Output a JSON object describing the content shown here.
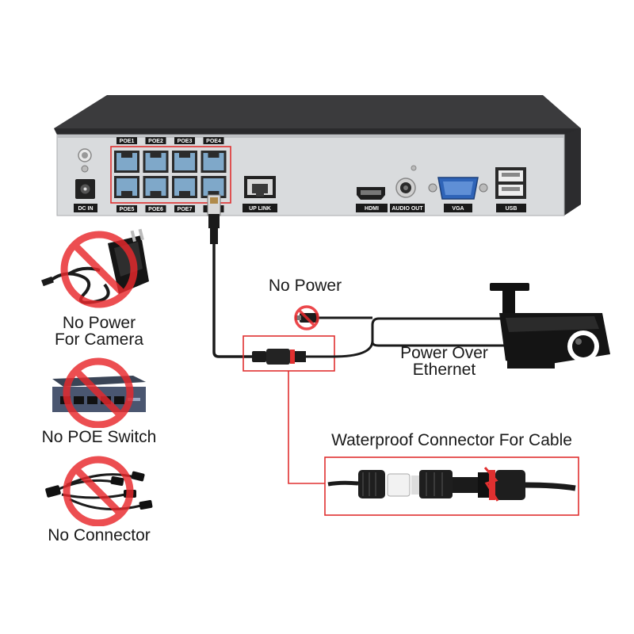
{
  "nvr": {
    "poe_top_labels": [
      "POE1",
      "POE2",
      "POE3",
      "POE4"
    ],
    "poe_bottom_labels": [
      "POE5",
      "POE6",
      "POE7",
      "8"
    ],
    "dc_in_label": "DC IN",
    "uplink_label": "UP LINK",
    "hdmi_logo": "HDMI",
    "audio_out_label": "AUDIO OUT",
    "vga_label": "VGA",
    "usb_label": "USB"
  },
  "captions": {
    "no_power_camera": [
      "No Power",
      "For Camera"
    ],
    "no_poe_switch": "No POE Switch",
    "no_connector": "No Connector",
    "no_power": "No Power",
    "power_over_ethernet": [
      "Power Over",
      "Ethernet"
    ],
    "waterproof": "Waterproof Connector For Cable"
  },
  "colors": {
    "highlight_red": "#e03030",
    "prohibit_red": "#e8282c",
    "nvr_body": "#d8dadc",
    "nvr_top": "#3a3a3c",
    "port_blue": "#7fa8c9",
    "cable": "#1b1b1b"
  },
  "icons": [
    "prohibition-icon",
    "power-adapter-icon",
    "poe-switch-icon",
    "splitter-cable-icon",
    "bullet-camera-icon",
    "rj45-plug-icon",
    "dc-plug-icon"
  ]
}
